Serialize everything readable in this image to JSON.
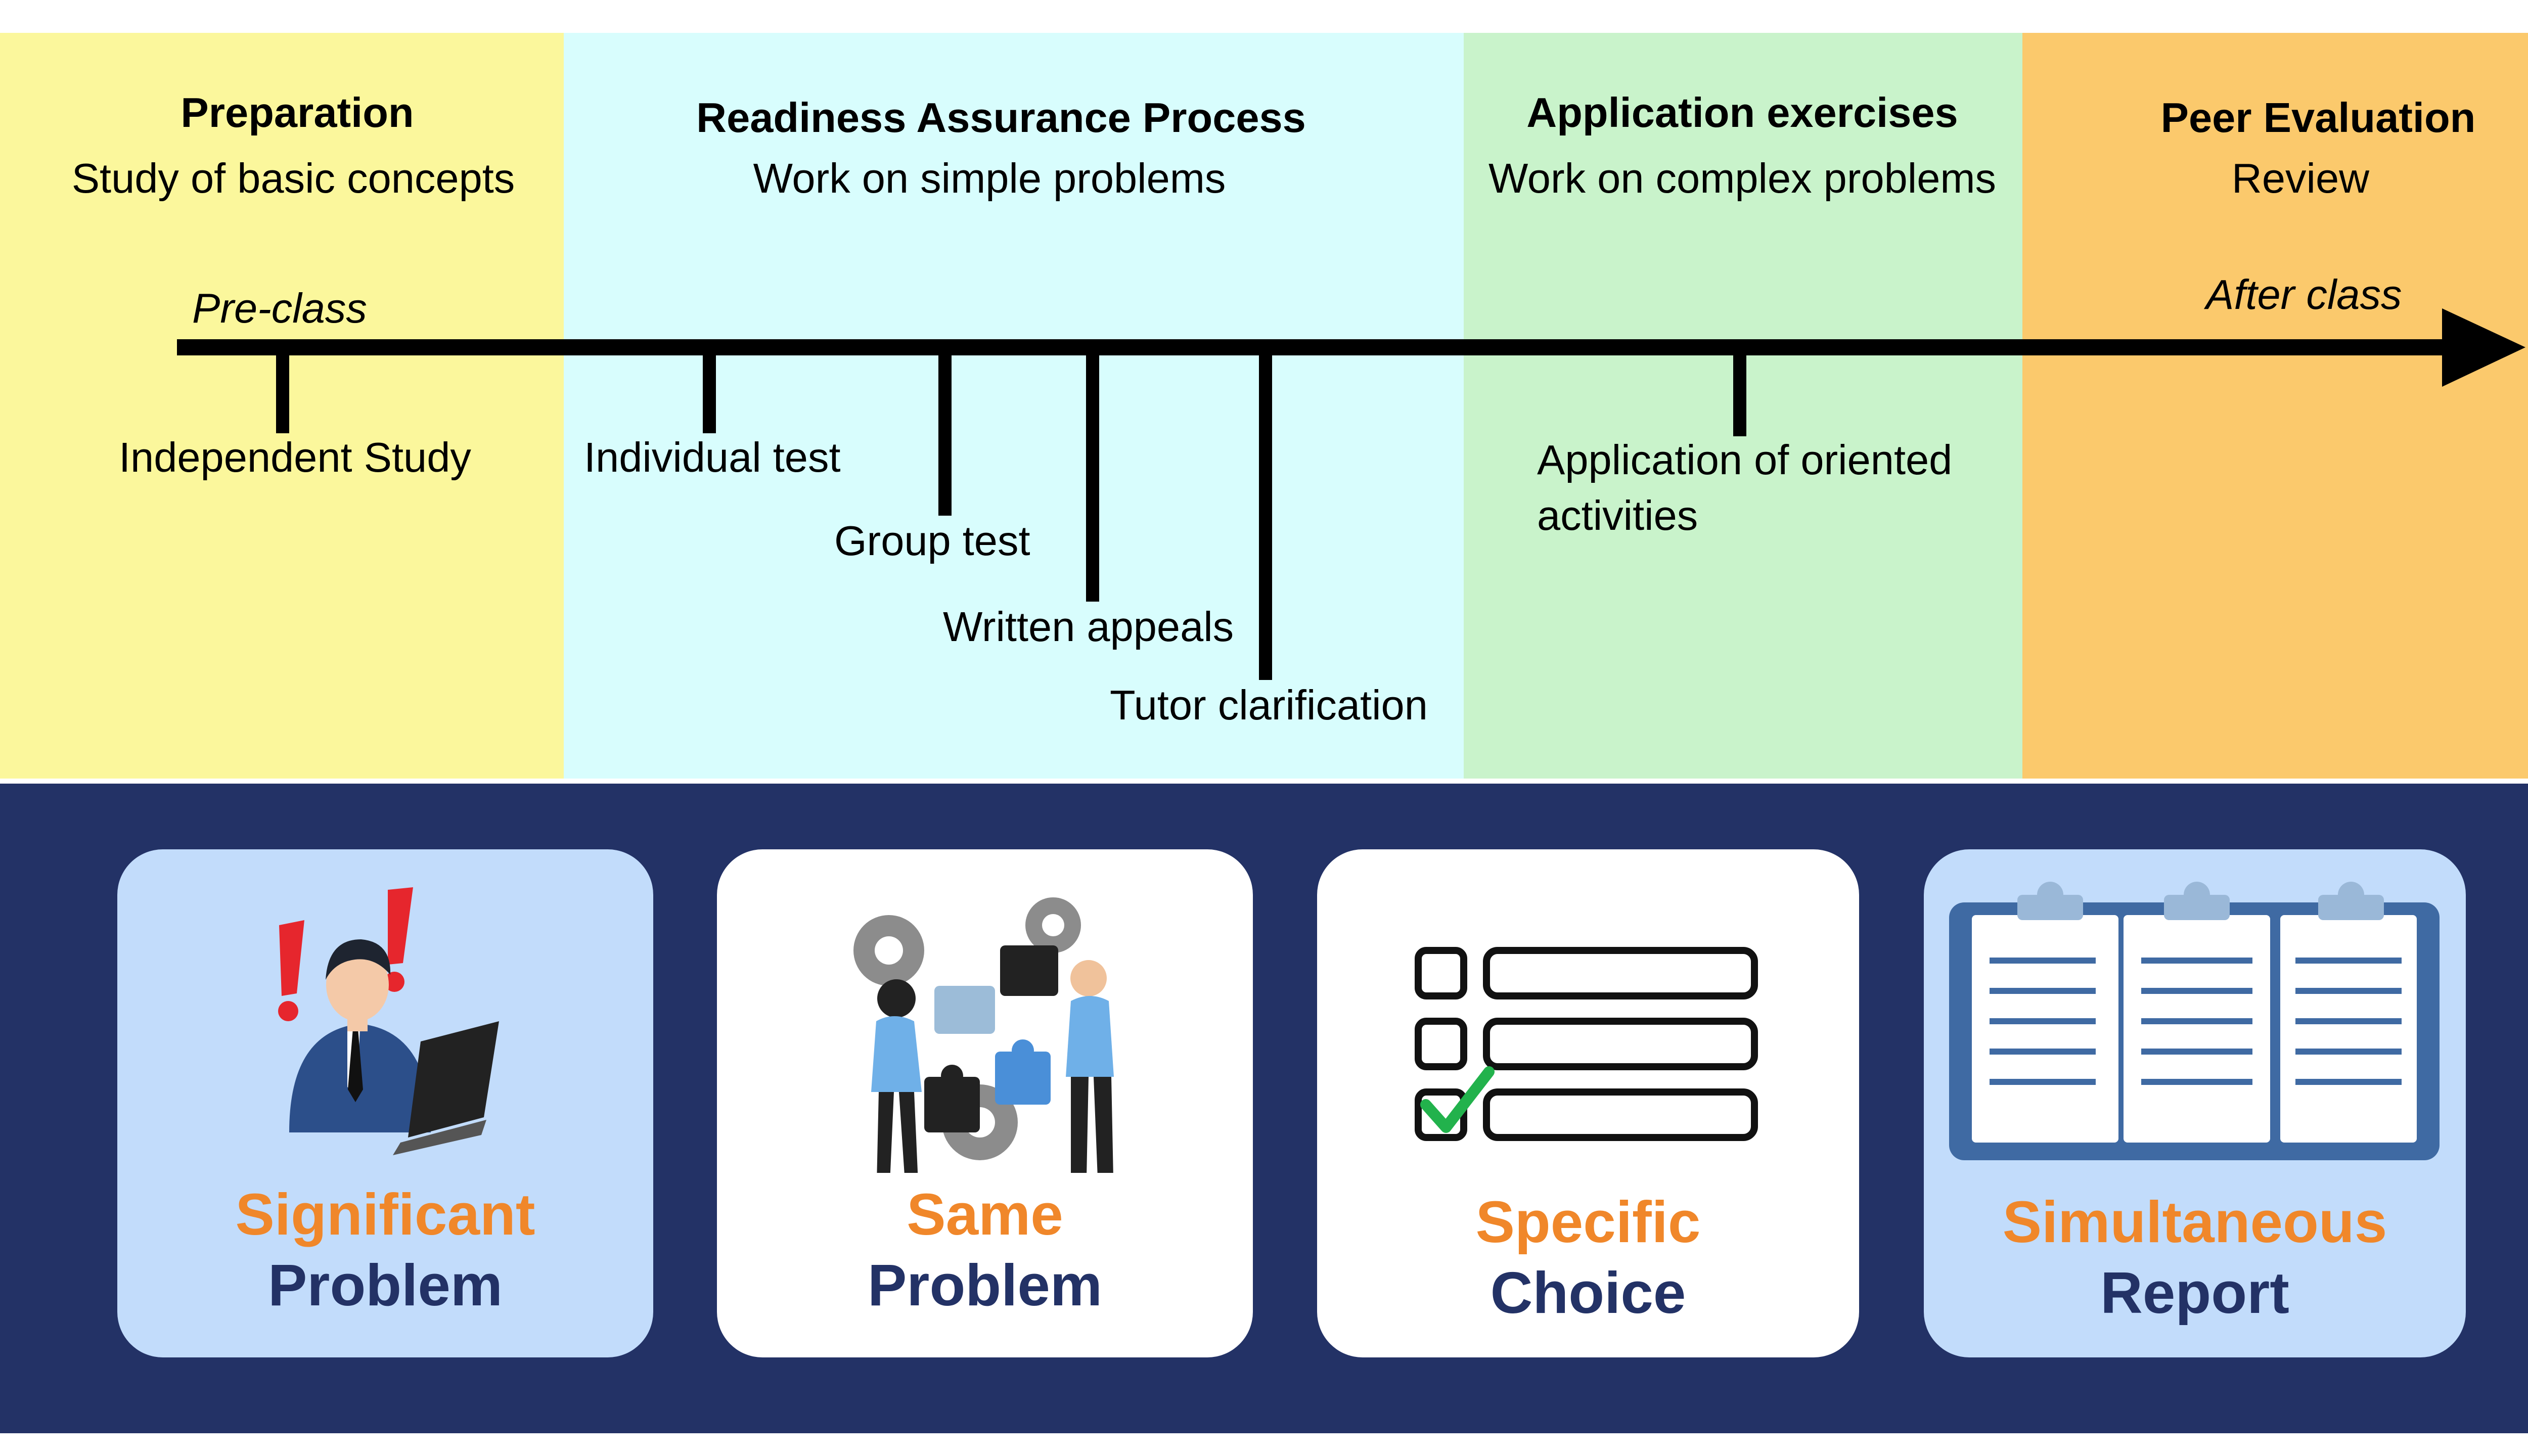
{
  "timeline": {
    "phases": [
      {
        "title": "Preparation",
        "subtitle": "Study of basic concepts",
        "color": "#fbf79c"
      },
      {
        "title": "Readiness Assurance Process",
        "subtitle": "Work on simple problems",
        "color": "#d8fdfd"
      },
      {
        "title": "Application exercises",
        "subtitle": "Work on complex problems",
        "color": "#c9f3cb"
      },
      {
        "title": "Peer Evaluation",
        "subtitle": "Review",
        "color": "#fbc96c"
      }
    ],
    "pre_label": "Pre-class",
    "post_label": "After class",
    "events": [
      "Independent Study",
      "Individual test",
      "Group test",
      "Written appeals",
      "Tutor clarification",
      "Application of oriented activities"
    ]
  },
  "cards": [
    {
      "line1": "Significant",
      "line2": "Problem",
      "icon": "exclamation-person-laptop-icon",
      "bg": "#c2dcfb"
    },
    {
      "line1": "Same",
      "line2": "Problem",
      "icon": "puzzle-team-icon",
      "bg": "#ffffff"
    },
    {
      "line1": "Specific",
      "line2": "Choice",
      "icon": "checklist-icon",
      "bg": "#ffffff"
    },
    {
      "line1": "Simultaneous",
      "line2": "Report",
      "icon": "clipboards-icon",
      "bg": "#c2dcfb"
    }
  ],
  "colors": {
    "orange": "#f0872a",
    "navy": "#233266",
    "check": "#22b24c"
  }
}
